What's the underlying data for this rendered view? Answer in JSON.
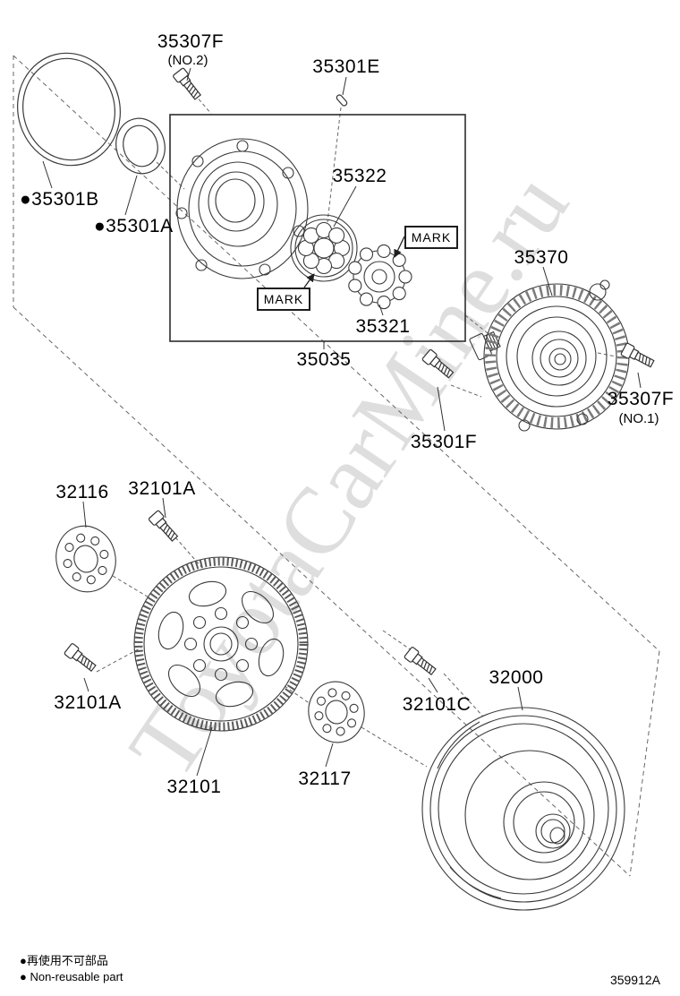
{
  "watermark": "ToyotaCarMine.ru",
  "diagram_code": "359912A",
  "legend": {
    "jp": "●再使用不可部品",
    "en": "● Non-reusable part"
  },
  "callouts": {
    "c35307f_no2": "35307F",
    "c35307f_no2_note": "(NO.2)",
    "c35301e": "35301E",
    "c35322": "35322",
    "c35301b": "●35301B",
    "c35301a": "●35301A",
    "mark_upper": "MARK",
    "mark_lower": "MARK",
    "c35321": "35321",
    "c35035": "35035",
    "c35370": "35370",
    "c35307f_no1": "35307F",
    "c35307f_no1_note": "(NO.1)",
    "c35301f": "35301F",
    "c32116": "32116",
    "c32101a_upper": "32101A",
    "c32101a_lower": "32101A",
    "c32101": "32101",
    "c32117": "32117",
    "c32101c": "32101C",
    "c32000": "32000"
  }
}
